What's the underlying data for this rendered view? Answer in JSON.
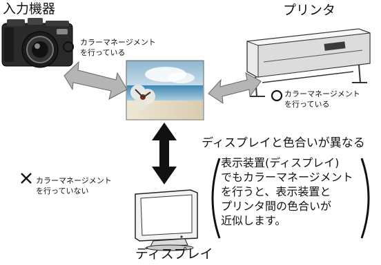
{
  "labels": {
    "input_device": "入力機器",
    "printer": "プリンタ",
    "display": "ディスプレイ"
  },
  "notes": {
    "input_device": [
      "カラーマネージメント",
      "を行っている"
    ],
    "printer": [
      "カラーマネージメント",
      "を行っている"
    ],
    "display": [
      "カラーマネージメント",
      "を行っていない"
    ]
  },
  "status_marks": {
    "input_device": "circle",
    "printer": "circle",
    "display": "cross"
  },
  "headline": "ディスプレイと色合いが異なる",
  "explanation_lines": [
    "表示装置(ディスプレイ)",
    "でもカラーマネージメント",
    "を行うと、表示装置と",
    "プリンタ間の色合いが",
    "近似します。"
  ],
  "colors": {
    "arrow_gray": "#b5b5b5",
    "arrow_black": "#111111",
    "sky_top": "#9fc2d6",
    "sea": "#4d8fb0",
    "sand": "#e9dfc9"
  }
}
